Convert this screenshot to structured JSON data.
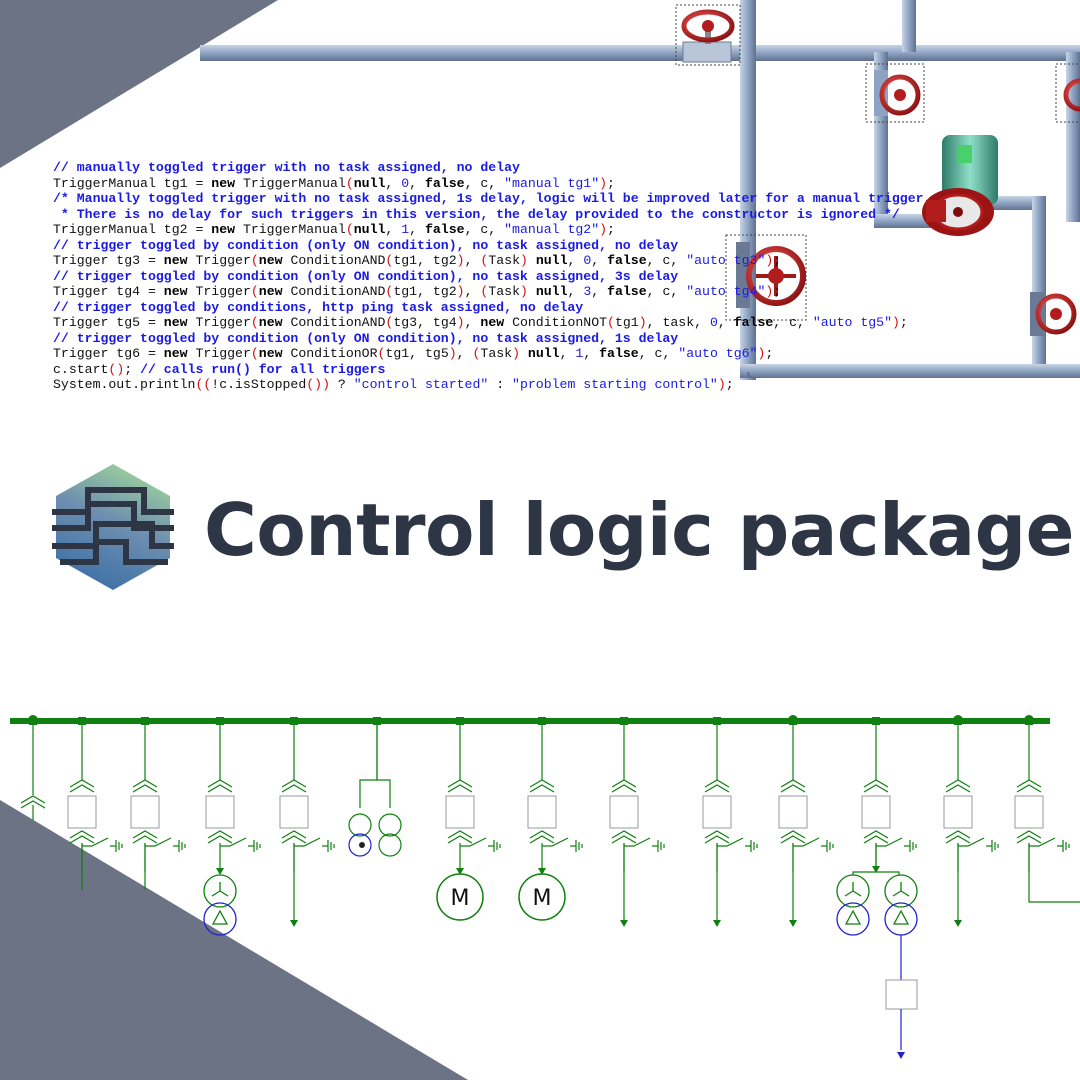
{
  "title": "Control logic package",
  "colors": {
    "title": "#2e3645",
    "corner": "#6b7385",
    "pipe": "#8ea3c2",
    "valve": "#c0282a",
    "bus": "#108010",
    "secondary": "#2020d0",
    "comment": "#1a1ae6",
    "paren": "#d01010"
  },
  "icons": [
    "logo-hexagon-icon",
    "valve-icon",
    "pump-motor-icon",
    "motor-icon",
    "transformer-icon",
    "ground-arrow-icon"
  ],
  "code_lines": [
    [
      [
        "c",
        "// manually toggled trigger with no task assigned, no delay"
      ]
    ],
    [
      [
        "p",
        "TriggerManual tg1 = "
      ],
      [
        "k",
        "new"
      ],
      [
        "p",
        " TriggerManual"
      ],
      [
        "r",
        "("
      ],
      [
        "k",
        "null"
      ],
      [
        "p",
        ", "
      ],
      [
        "s",
        "0"
      ],
      [
        "p",
        ", "
      ],
      [
        "k",
        "false"
      ],
      [
        "p",
        ", c, "
      ],
      [
        "s",
        "\"manual tg1\""
      ],
      [
        "r",
        ")"
      ],
      [
        "p",
        ";"
      ]
    ],
    [
      [
        "c",
        "/* Manually toggled trigger with no task assigned, 1s delay, logic will be improved later for a manual trigger"
      ]
    ],
    [
      [
        "c",
        " * There is no delay for such triggers in this version, the delay provided to the constructor is ignored */"
      ]
    ],
    [
      [
        "p",
        "TriggerManual tg2 = "
      ],
      [
        "k",
        "new"
      ],
      [
        "p",
        " TriggerManual"
      ],
      [
        "r",
        "("
      ],
      [
        "k",
        "null"
      ],
      [
        "p",
        ", "
      ],
      [
        "s",
        "1"
      ],
      [
        "p",
        ", "
      ],
      [
        "k",
        "false"
      ],
      [
        "p",
        ", c, "
      ],
      [
        "s",
        "\"manual tg2\""
      ],
      [
        "r",
        ")"
      ],
      [
        "p",
        ";"
      ]
    ],
    [
      [
        "c",
        "// trigger toggled by condition (only ON condition), no task assigned, no delay"
      ]
    ],
    [
      [
        "p",
        "Trigger tg3 = "
      ],
      [
        "k",
        "new"
      ],
      [
        "p",
        " Trigger"
      ],
      [
        "r",
        "("
      ],
      [
        "k",
        "new"
      ],
      [
        "p",
        " ConditionAND"
      ],
      [
        "r",
        "("
      ],
      [
        "p",
        "tg1, tg2"
      ],
      [
        "r",
        ")"
      ],
      [
        "p",
        ", "
      ],
      [
        "r",
        "("
      ],
      [
        "p",
        "Task"
      ],
      [
        "r",
        ")"
      ],
      [
        "p",
        " "
      ],
      [
        "k",
        "null"
      ],
      [
        "p",
        ", "
      ],
      [
        "s",
        "0"
      ],
      [
        "p",
        ", "
      ],
      [
        "k",
        "false"
      ],
      [
        "p",
        ", c, "
      ],
      [
        "s",
        "\"auto tg3\""
      ],
      [
        "r",
        ")"
      ],
      [
        "p",
        ";"
      ]
    ],
    [
      [
        "c",
        "// trigger toggled by condition (only ON condition), no task assigned, 3s delay"
      ]
    ],
    [
      [
        "p",
        "Trigger tg4 = "
      ],
      [
        "k",
        "new"
      ],
      [
        "p",
        " Trigger"
      ],
      [
        "r",
        "("
      ],
      [
        "k",
        "new"
      ],
      [
        "p",
        " ConditionAND"
      ],
      [
        "r",
        "("
      ],
      [
        "p",
        "tg1, tg2"
      ],
      [
        "r",
        ")"
      ],
      [
        "p",
        ", "
      ],
      [
        "r",
        "("
      ],
      [
        "p",
        "Task"
      ],
      [
        "r",
        ")"
      ],
      [
        "p",
        " "
      ],
      [
        "k",
        "null"
      ],
      [
        "p",
        ", "
      ],
      [
        "s",
        "3"
      ],
      [
        "p",
        ", "
      ],
      [
        "k",
        "false"
      ],
      [
        "p",
        ", c, "
      ],
      [
        "s",
        "\"auto tg4\""
      ],
      [
        "r",
        ")"
      ],
      [
        "p",
        ";"
      ]
    ],
    [
      [
        "c",
        "// trigger toggled by conditions, http ping task assigned, no delay"
      ]
    ],
    [
      [
        "p",
        "Trigger tg5 = "
      ],
      [
        "k",
        "new"
      ],
      [
        "p",
        " Trigger"
      ],
      [
        "r",
        "("
      ],
      [
        "k",
        "new"
      ],
      [
        "p",
        " ConditionAND"
      ],
      [
        "r",
        "("
      ],
      [
        "p",
        "tg3, tg4"
      ],
      [
        "r",
        ")"
      ],
      [
        "p",
        ", "
      ],
      [
        "k",
        "new"
      ],
      [
        "p",
        " ConditionNOT"
      ],
      [
        "r",
        "("
      ],
      [
        "p",
        "tg1"
      ],
      [
        "r",
        ")"
      ],
      [
        "p",
        ", task, "
      ],
      [
        "s",
        "0"
      ],
      [
        "p",
        ", "
      ],
      [
        "k",
        "false"
      ],
      [
        "p",
        ", c, "
      ],
      [
        "s",
        "\"auto tg5\""
      ],
      [
        "r",
        ")"
      ],
      [
        "p",
        ";"
      ]
    ],
    [
      [
        "c",
        "// trigger toggled by condition (only ON condition), no task assigned, 1s delay"
      ]
    ],
    [
      [
        "p",
        "Trigger tg6 = "
      ],
      [
        "k",
        "new"
      ],
      [
        "p",
        " Trigger"
      ],
      [
        "r",
        "("
      ],
      [
        "k",
        "new"
      ],
      [
        "p",
        " ConditionOR"
      ],
      [
        "r",
        "("
      ],
      [
        "p",
        "tg1, tg5"
      ],
      [
        "r",
        ")"
      ],
      [
        "p",
        ", "
      ],
      [
        "r",
        "("
      ],
      [
        "p",
        "Task"
      ],
      [
        "r",
        ")"
      ],
      [
        "p",
        " "
      ],
      [
        "k",
        "null"
      ],
      [
        "p",
        ", "
      ],
      [
        "s",
        "1"
      ],
      [
        "p",
        ", "
      ],
      [
        "k",
        "false"
      ],
      [
        "p",
        ", c, "
      ],
      [
        "s",
        "\"auto tg6\""
      ],
      [
        "r",
        ")"
      ],
      [
        "p",
        ";"
      ]
    ],
    [
      [
        "p",
        "c.start"
      ],
      [
        "r",
        "()"
      ],
      [
        "p",
        "; "
      ],
      [
        "c",
        "// calls run() for all triggers"
      ]
    ],
    [
      [
        "p",
        "System.out.println"
      ],
      [
        "r",
        "(("
      ],
      [
        "p",
        "!c.isStopped"
      ],
      [
        "r",
        "())"
      ],
      [
        "p",
        " ? "
      ],
      [
        "s",
        "\"control started\""
      ],
      [
        "p",
        " : "
      ],
      [
        "s",
        "\"problem starting control\""
      ],
      [
        "r",
        ")"
      ],
      [
        "p",
        ";"
      ]
    ]
  ],
  "motor_label": "M"
}
